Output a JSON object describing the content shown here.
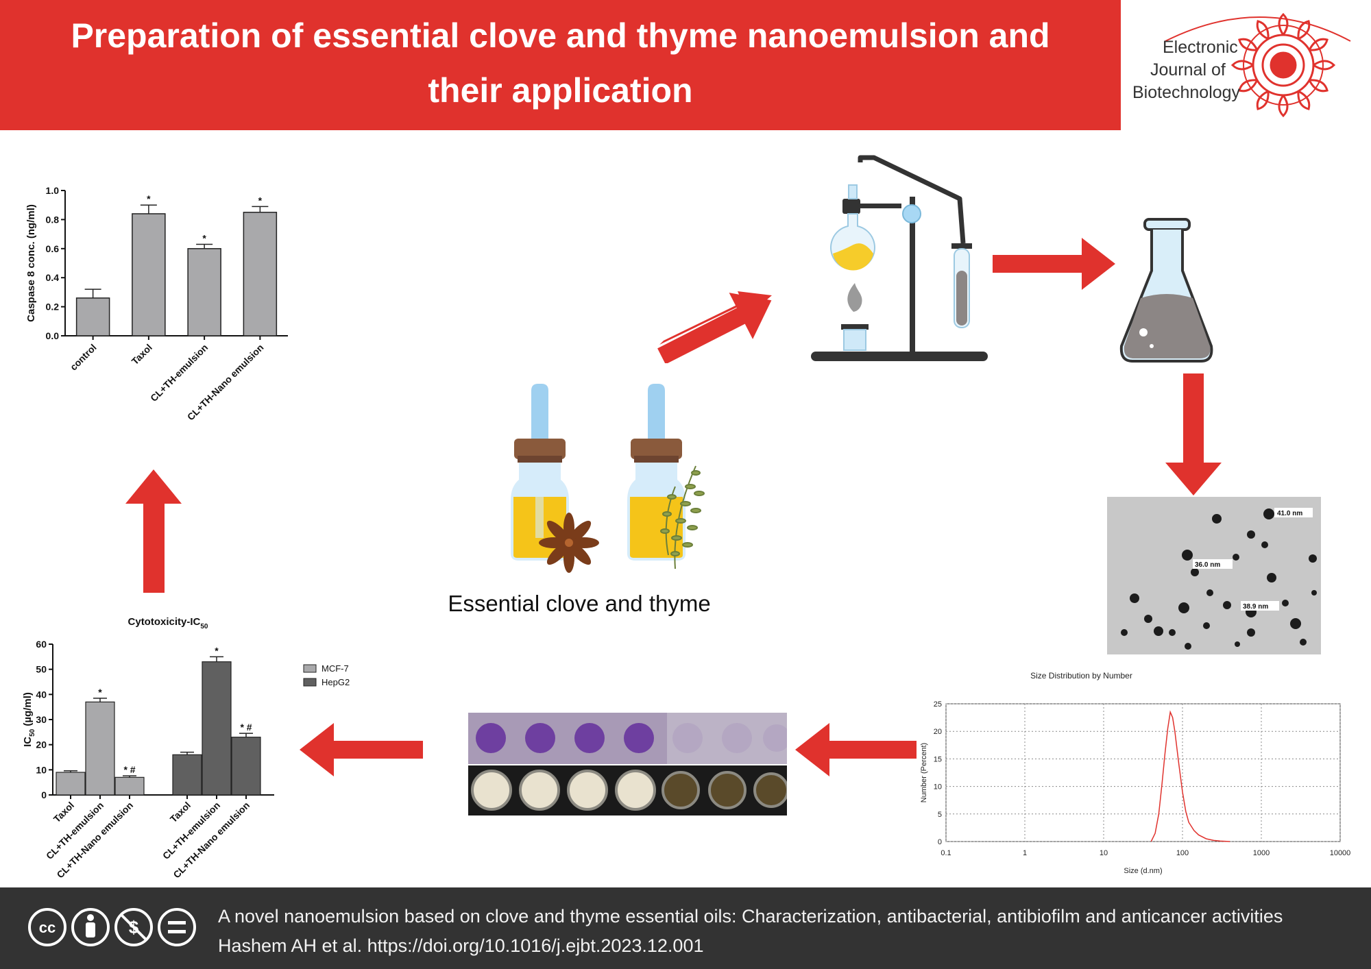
{
  "header": {
    "title_line1": "Preparation of essential clove and thyme nanoemulsion and",
    "title_line2": "their application",
    "logo_line1": "Electronic",
    "logo_line2": "Journal of",
    "logo_line3": "Biotechnology"
  },
  "center": {
    "caption": "Essential clove and thyme"
  },
  "tem": {
    "label1": "41.0 nm",
    "label2": "36.0 nm",
    "label3": "38.9 nm"
  },
  "footer": {
    "line1": "A novel nanoemulsion based on clove and thyme essential oils: Characterization, antibacterial, antibiofilm and anticancer activities",
    "line2": "Hashem AH et al. https://doi.org/10.1016/j.ejbt.2023.12.001",
    "license_icons": [
      "cc-icon",
      "by-icon",
      "nc-icon",
      "nd-icon"
    ]
  },
  "colors": {
    "brand_red": "#e0322d",
    "footer_bg": "#333333",
    "bar_light": "#a9a9ab",
    "bar_dark": "#606060",
    "dls_line": "#e0322d"
  },
  "chart_data": [
    {
      "type": "bar",
      "ylabel": "Caspase 8 conc. (ng/ml)",
      "categories": [
        "control",
        "Taxol",
        "CL+TH-emulsion",
        "CL+TH-Nano emulsion"
      ],
      "values": [
        0.26,
        0.84,
        0.6,
        0.85
      ],
      "errors": [
        0.06,
        0.06,
        0.03,
        0.04
      ],
      "annotations": [
        "",
        "*",
        "*",
        "*"
      ],
      "ylim": [
        0,
        1.0
      ],
      "yticks": [
        "0.0",
        "0.2",
        "0.4",
        "0.6",
        "0.8",
        "1.0"
      ]
    },
    {
      "type": "bar",
      "title": "Cytotoxicity-IC",
      "title_sub": "50",
      "ylabel": "IC",
      "ylabel_sub": "50",
      "ylabel_unit": " (µg/ml)",
      "categories": [
        "Taxol",
        "CL+TH-emulsion",
        "CL+TH-Nano emulsion"
      ],
      "series": [
        {
          "name": "MCF-7",
          "values": [
            9,
            37,
            7
          ],
          "errors": [
            0.6,
            1.5,
            0.6
          ],
          "annotations": [
            "",
            "*",
            "* #"
          ]
        },
        {
          "name": "HepG2",
          "values": [
            16,
            53,
            23
          ],
          "errors": [
            1.0,
            2.0,
            1.5
          ],
          "annotations": [
            "",
            "*",
            "* #"
          ]
        }
      ],
      "ylim": [
        0,
        60
      ],
      "yticks": [
        "0",
        "10",
        "20",
        "30",
        "40",
        "50",
        "60"
      ],
      "legend": "right"
    },
    {
      "type": "line",
      "title": "Size Distribution by Number",
      "xlabel": "Size (d.nm)",
      "ylabel": "Number (Percent)",
      "xscale": "log",
      "xlim": [
        0.1,
        10000
      ],
      "ylim": [
        0,
        25
      ],
      "xticks": [
        "0.1",
        "1",
        "10",
        "100",
        "1000",
        "10000"
      ],
      "yticks": [
        "0",
        "5",
        "10",
        "15",
        "20",
        "25"
      ],
      "x": [
        40,
        45,
        50,
        55,
        60,
        65,
        70,
        75,
        80,
        90,
        100,
        110,
        120,
        140,
        160,
        200,
        250,
        300,
        400
      ],
      "y": [
        0,
        1.5,
        5,
        10.5,
        16,
        20.5,
        23.5,
        22.5,
        20,
        14,
        9,
        5.5,
        3.5,
        2,
        1.2,
        0.5,
        0.2,
        0.1,
        0
      ]
    }
  ]
}
